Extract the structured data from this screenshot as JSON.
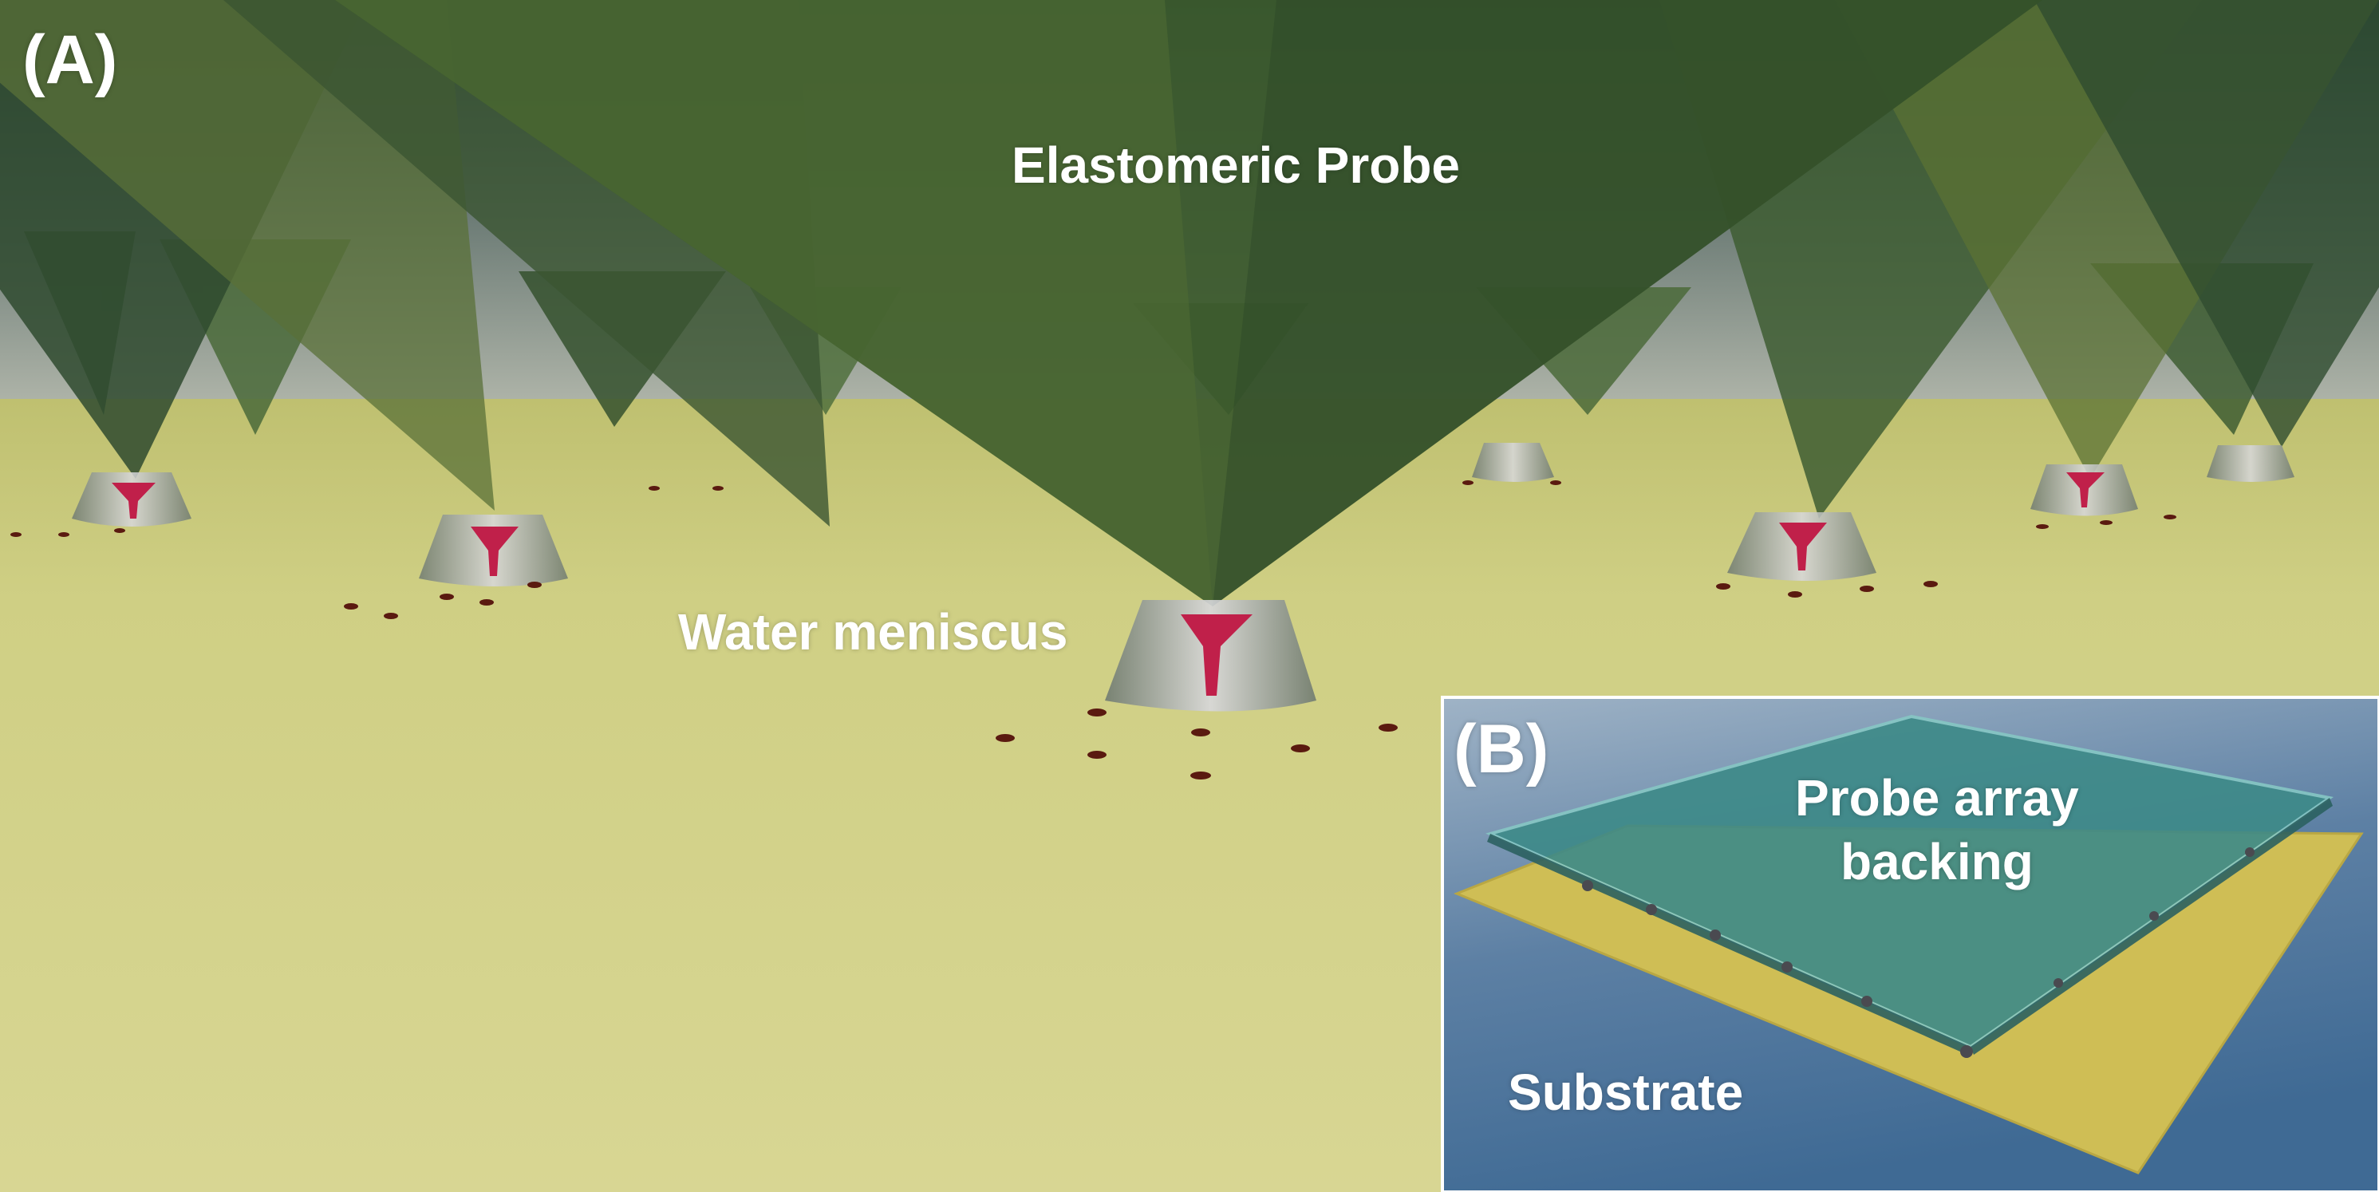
{
  "panel_a": {
    "label": "(A)",
    "probe_label": "Elastomeric Probe",
    "meniscus_label": "Water meniscus"
  },
  "panel_b": {
    "label": "(B)",
    "backing_label_line1": "Probe array",
    "backing_label_line2": "backing",
    "substrate_label": "Substrate"
  },
  "colors": {
    "substrate": "#d6d48c",
    "probe": "#3c5a2c",
    "meniscus": "#a9a9a9",
    "ink": "#c0204a",
    "inset_background": "#4f7296",
    "backing": "#3d8a88",
    "label_text": "#ffffff"
  }
}
